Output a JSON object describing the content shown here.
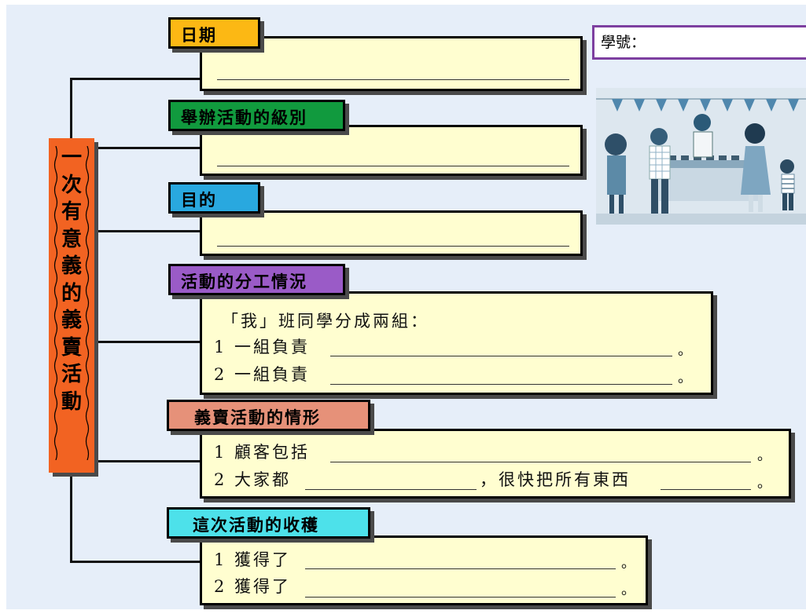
{
  "title": "一次有意義的義賣活動",
  "student_id_label": "學號：",
  "sections": [
    {
      "label": "日期",
      "color": "#fcb814"
    },
    {
      "label": "舉辦活動的級別",
      "color": "#119a3e"
    },
    {
      "label": "目的",
      "color": "#29a8df"
    },
    {
      "label": "活動的分工情況",
      "color": "#9a5bc7",
      "intro": "「我」班同學分成兩組：",
      "lines": [
        "1 一組負責",
        "2 一組負責"
      ]
    },
    {
      "label": "義賣活動的情形",
      "color": "#e69179",
      "lines": [
        "1 顧客包括",
        "2 大家都"
      ],
      "line2_mid": "，很快把所有東西"
    },
    {
      "label": "這次活動的收穫",
      "color": "#4de1ea",
      "lines": [
        "1 獲得了",
        "2 獲得了"
      ]
    }
  ],
  "period": "。"
}
